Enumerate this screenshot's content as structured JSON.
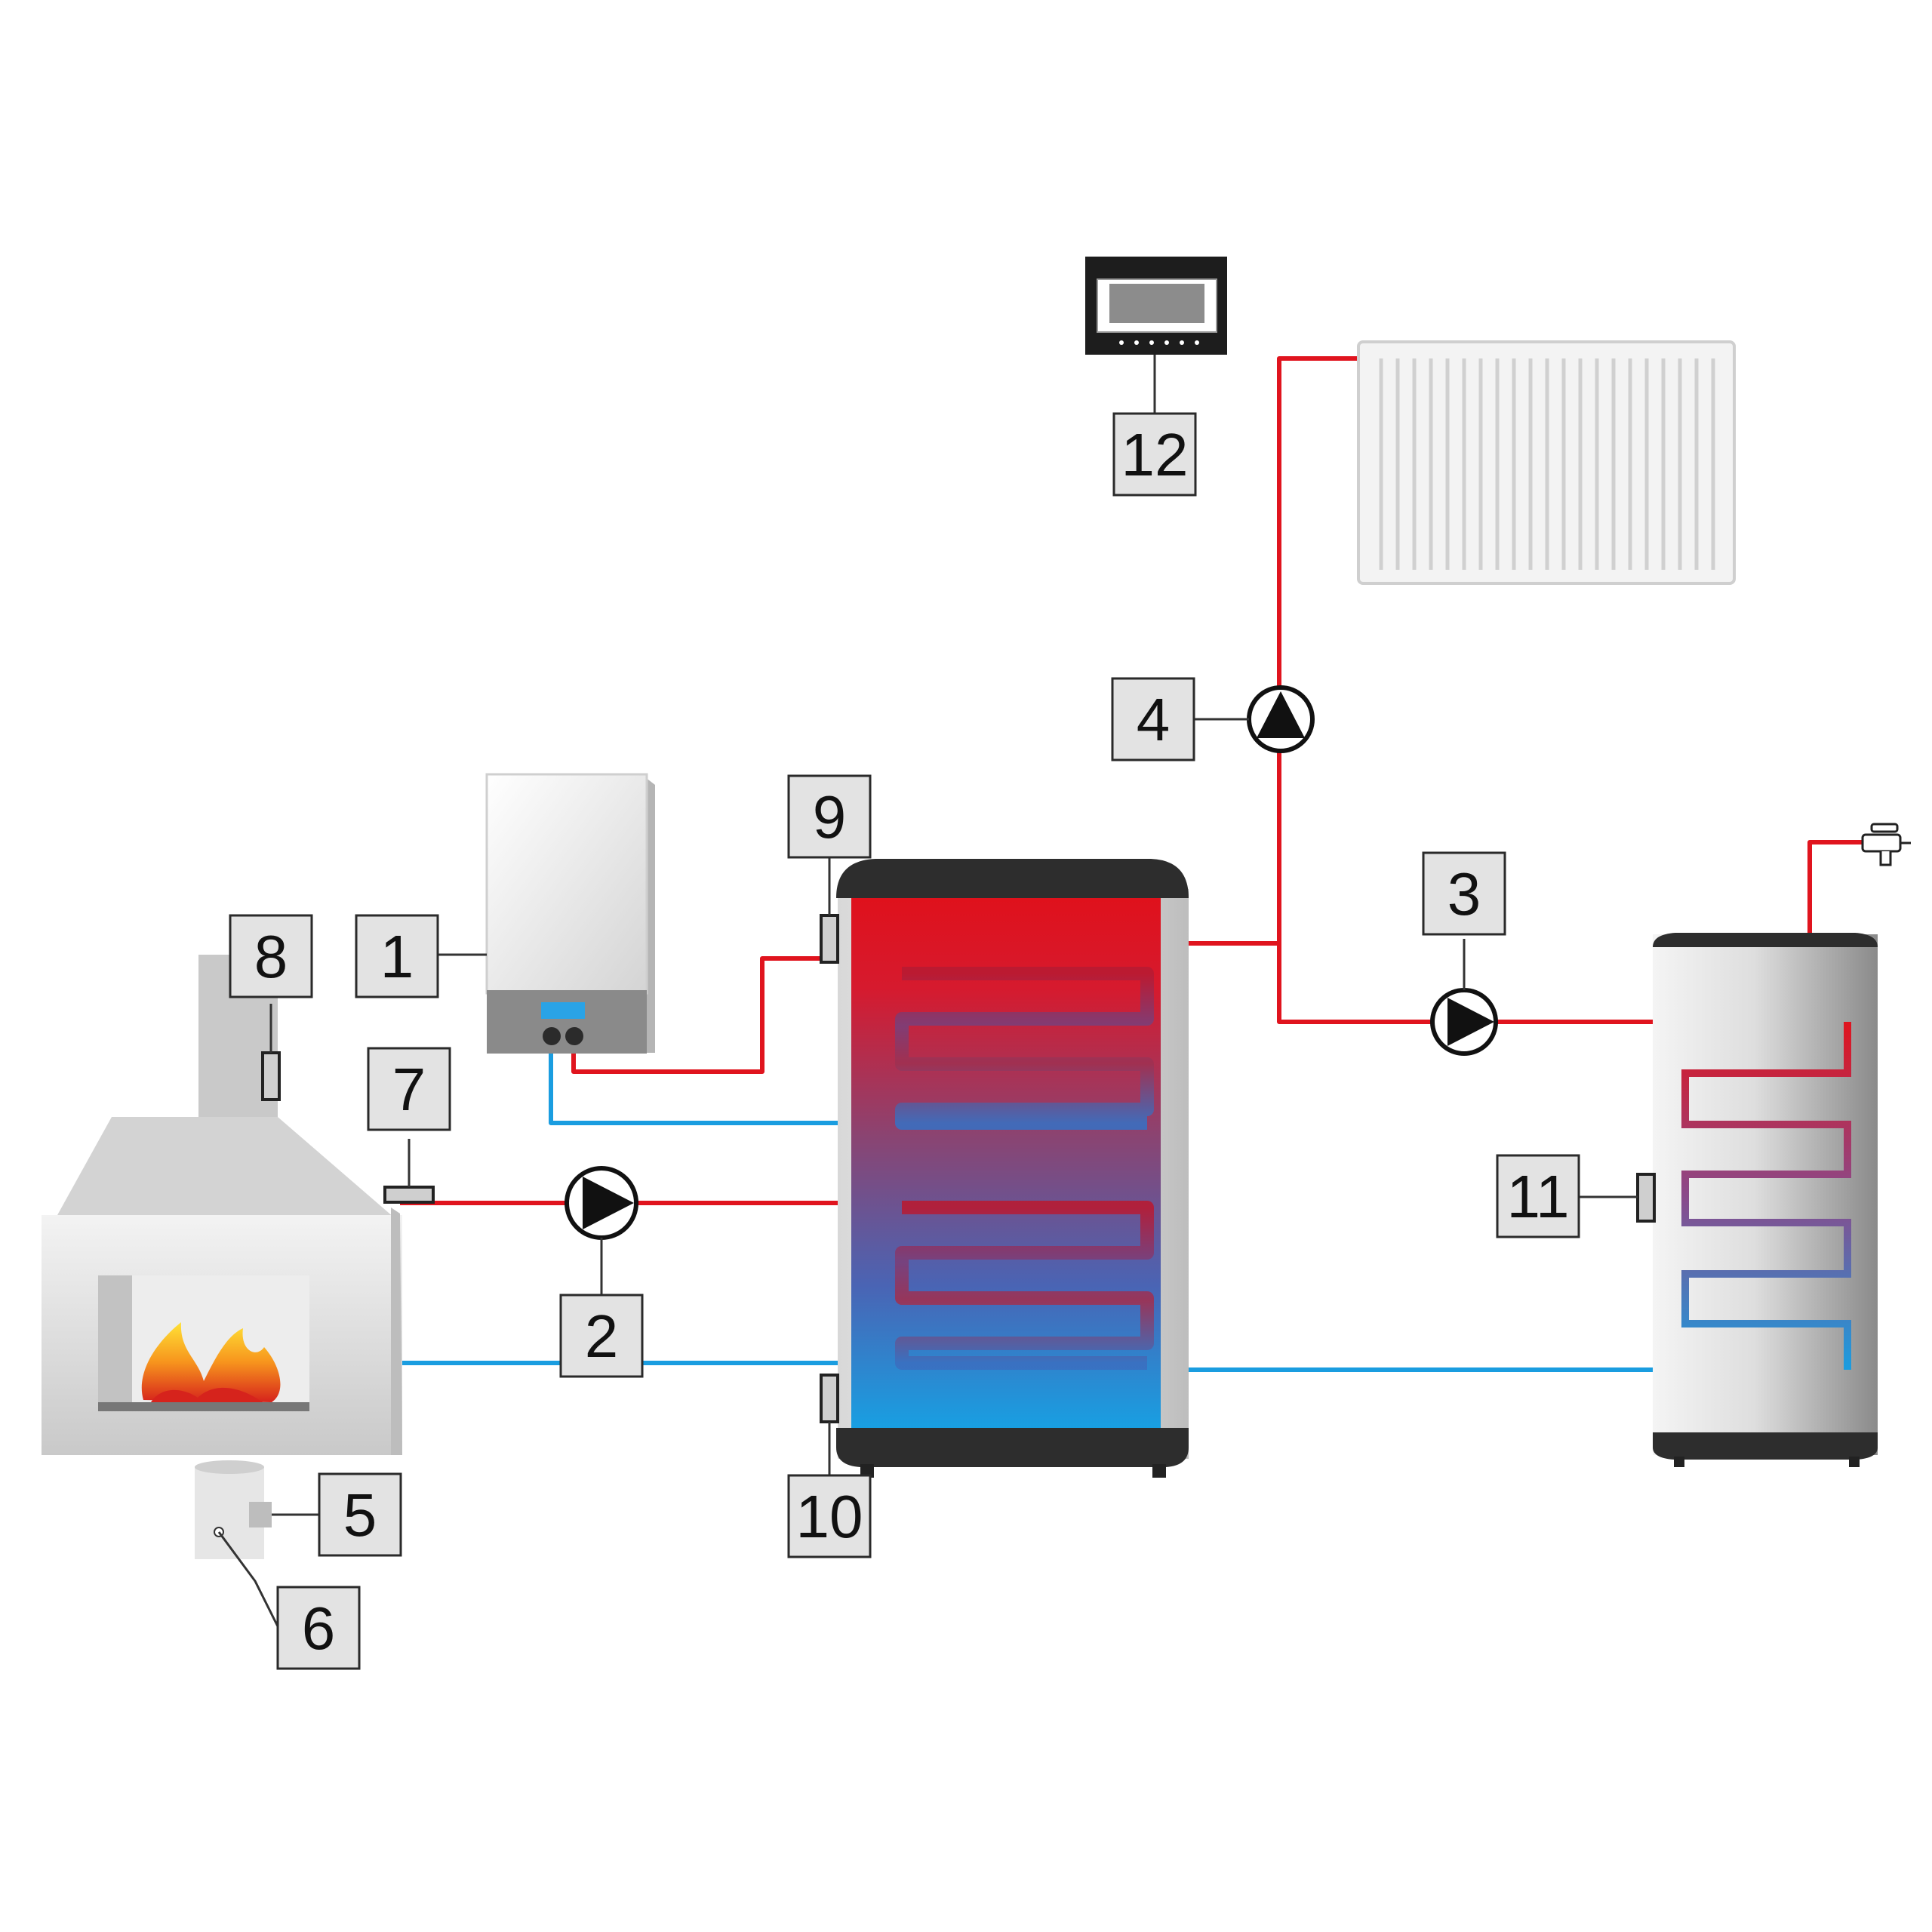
{
  "colors": {
    "hot": "#e0141e",
    "cold": "#1a9de0",
    "label_fill": "#e3e3e3",
    "label_stroke": "#2a2a2a",
    "tank_cap": "#2d2d2d",
    "pump_dark": "#111111"
  },
  "callouts": {
    "boiler": "1",
    "fireplace_pump": "2",
    "dhw_pump": "3",
    "radiator_pump": "4",
    "callout_5": "5",
    "callout_6": "6",
    "fireplace_sensor": "7",
    "flue_sensor": "8",
    "buffer_top_sensor": "9",
    "buffer_bottom_sensor": "10",
    "dhw_sensor": "11",
    "room_panel": "12"
  },
  "icons": {
    "boiler": "wall-gas-boiler-icon",
    "fireplace": "fireplace-icon",
    "flame": "flame-icon",
    "buffer": "buffer-tank-icon",
    "dhw": "hot-water-cylinder-icon",
    "radiator": "radiator-icon",
    "panel": "room-controller-icon",
    "pump": "circulation-pump-icon",
    "sensor": "temperature-sensor-icon",
    "tap": "water-tap-icon"
  }
}
